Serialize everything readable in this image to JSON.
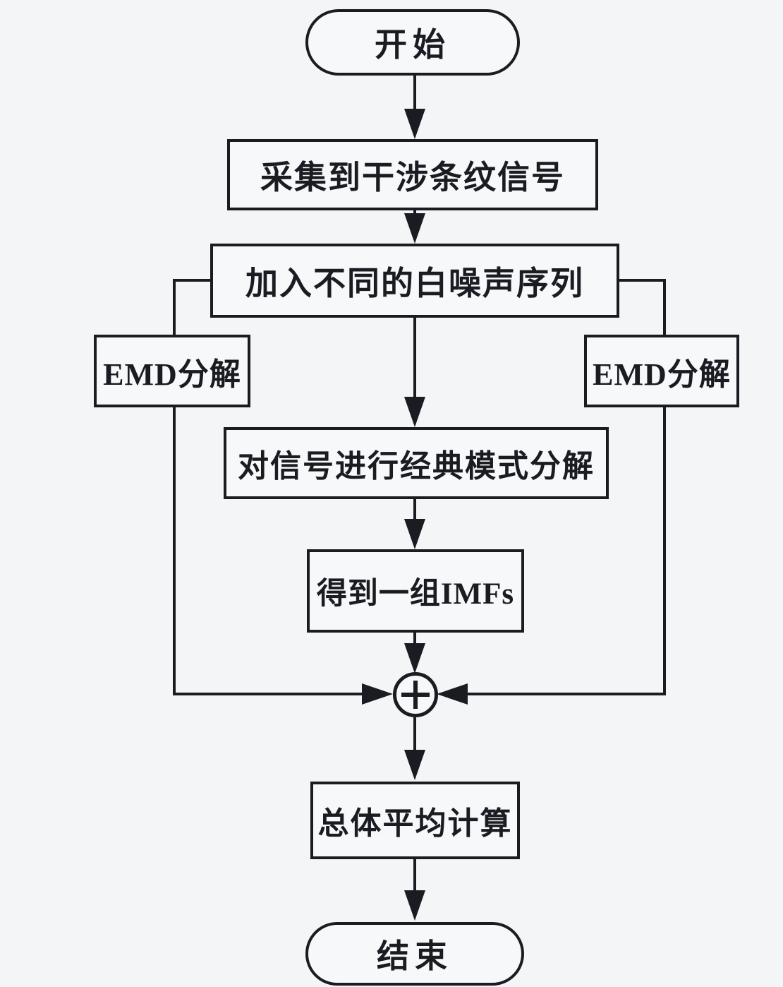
{
  "diagram": {
    "type": "flowchart",
    "nodes": {
      "start": {
        "label": "开始",
        "shape": "terminal"
      },
      "acquire": {
        "label": "采集到干涉条纹信号",
        "shape": "process"
      },
      "add_noise": {
        "label": "加入不同的白噪声序列",
        "shape": "process"
      },
      "emd_left": {
        "label": "EMD分解",
        "shape": "process"
      },
      "emd_right": {
        "label": "EMD分解",
        "shape": "process"
      },
      "decompose": {
        "label": "对信号进行经典模式分解",
        "shape": "process"
      },
      "imfs": {
        "label": "得到一组IMFs",
        "shape": "process"
      },
      "sum": {
        "symbol": "+",
        "shape": "summation-circle"
      },
      "average": {
        "label": "总体平均计算",
        "shape": "process"
      },
      "end": {
        "label": "结束",
        "shape": "terminal"
      }
    },
    "edges": [
      {
        "from": "start",
        "to": "acquire"
      },
      {
        "from": "acquire",
        "to": "add_noise"
      },
      {
        "from": "add_noise",
        "to": "decompose"
      },
      {
        "from": "add_noise",
        "to": "emd_left"
      },
      {
        "from": "add_noise",
        "to": "emd_right"
      },
      {
        "from": "emd_left",
        "to": "sum"
      },
      {
        "from": "emd_right",
        "to": "sum"
      },
      {
        "from": "decompose",
        "to": "imfs"
      },
      {
        "from": "imfs",
        "to": "sum"
      },
      {
        "from": "sum",
        "to": "average"
      },
      {
        "from": "average",
        "to": "end"
      }
    ],
    "colors": {
      "line": "#1b1c22",
      "background": "#f4f5f7",
      "node_fill": "#f7f8fa",
      "text": "#1b1c22"
    }
  }
}
